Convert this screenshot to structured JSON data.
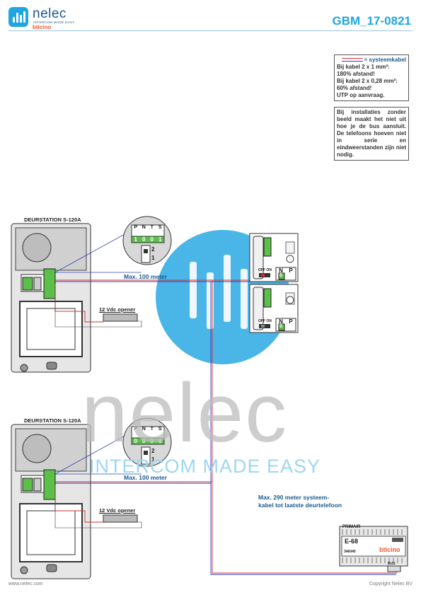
{
  "header": {
    "brand": "nelec",
    "tagline": "INTERCOM MADE EASY",
    "sub_brand": "bticino",
    "document_number": "GBM_17-0821"
  },
  "notes": {
    "cable": {
      "title": "systeemkabel",
      "lines": [
        "Bij kabel 2 x 1 mm²:",
        "180% afstand!",
        "Bij kabel 2 x 0,28 mm²:",
        "60% afstand!",
        "UTP op aanvraag."
      ]
    },
    "installation": "Bij installaties zonder beeld maakt het niet uit hoe je de bus aansluit. De telefoons hoeven niet in serie en eindweerstanden zijn niet nodig."
  },
  "stations": [
    {
      "label": "DEURSTATION S-120A",
      "dip_headers": [
        "P",
        "N",
        "T",
        "S"
      ],
      "dip_values": [
        "1",
        "0",
        "0",
        "1"
      ],
      "switch_labels": [
        "2",
        "1"
      ],
      "distance": "Max. 100 meter",
      "opener": "12 Vdc opener"
    },
    {
      "label": "DEURSTATION S-120A",
      "dip_headers": [
        "P",
        "N",
        "T",
        "S"
      ],
      "dip_values": [
        "0",
        "0",
        "0",
        "0"
      ],
      "switch_labels": [
        "2",
        "1"
      ],
      "distance": "Max. 100 meter",
      "opener": "12 Vdc opener"
    }
  ],
  "handsets": [
    {
      "switch_label": "OFF ON",
      "headers": [
        "N",
        "P"
      ],
      "value": "0"
    },
    {
      "switch_label": "OFF ON",
      "headers": [
        "N",
        "P"
      ],
      "value": "0"
    }
  ],
  "max_system_distance": "Max. 290 meter systeem-kabel tot laatste deurtelefoon",
  "power_supply": {
    "top_label": "PRIMAIR",
    "model": "E-68",
    "code": "346040",
    "brand": "bticino",
    "bus_label": "BUS"
  },
  "watermark": {
    "word": "nelec",
    "tagline": "INTERCOM MADE EASY"
  },
  "footer": {
    "left": "www.nelec.com",
    "right": "Copyright Nelec BV"
  }
}
